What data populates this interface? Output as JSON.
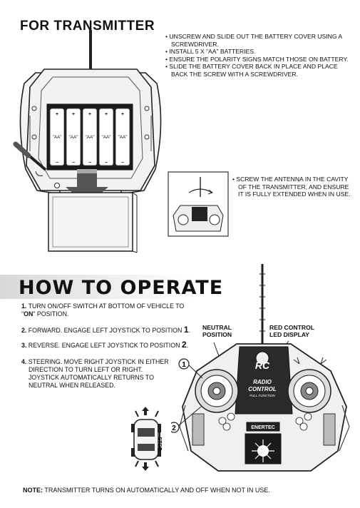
{
  "transmitter": {
    "title": "FOR TRANSMITTER",
    "bullets": [
      "UNSCREW AND SLIDE OUT THE BATTERY COVER USING A SCREWDRIVER.",
      "INSTALL 5 X \"AA\" BATTERIES.",
      "ENSURE THE POLARITY SIGNS MATCH THOSE ON BATTERY.",
      "SLIDE THE BATTERY COVER BACK IN PLACE AND PLACE BACK THE SCREW WITH A SCREWDRIVER."
    ],
    "battery_label": "\"AA\"",
    "antenna_bullet": "SCREW THE ANTENNA IN THE CAVITY OF THE TRANSMITTER, AND ENSURE IT IS FULLY EXTENDED WHEN IN USE."
  },
  "operate": {
    "title": "HOW TO OPERATE",
    "step1": {
      "num": "1.",
      "text": "TURN ON/OFF SWITCH AT BOTTOM OF VEHICLE TO",
      "quote_open": "\"",
      "on": "ON",
      "quote_close": "\"",
      "tail": "POSITION."
    },
    "step2": {
      "num": "2.",
      "text": "FORWARD. ENGAGE LEFT JOYSTICK TO POSITION",
      "pos": "1",
      "end": "."
    },
    "step3": {
      "num": "3.",
      "text": "REVERSE. ENGAGE LEFT JOYSTICK TO POSITION",
      "pos": "2",
      "end": "."
    },
    "step4": {
      "num": "4.",
      "text": "STEERING. MOVE RIGHT JOYSTICK IN EITHER DIRECTION TO TURN LEFT OR RIGHT. JOYSTICK AUTOMATICALLY RETURNS TO NEUTRAL WHEN RELEASED."
    },
    "label_neutral": "NEUTRAL POSITION",
    "label_red": "RED CONTROL LED DISPLAY",
    "marker1": "1",
    "marker2": "2",
    "stop": "STOP",
    "remote_logo": "RC",
    "remote_text1": "RADIO",
    "remote_text2": "CONTROL",
    "remote_text3": "FULL FUNCTION",
    "brand": "ENERTEC"
  },
  "note": {
    "label": "NOTE:",
    "text": "TRANSMITTER TURNS ON AUTOMATICALLY AND OFF WHEN NOT IN USE."
  }
}
